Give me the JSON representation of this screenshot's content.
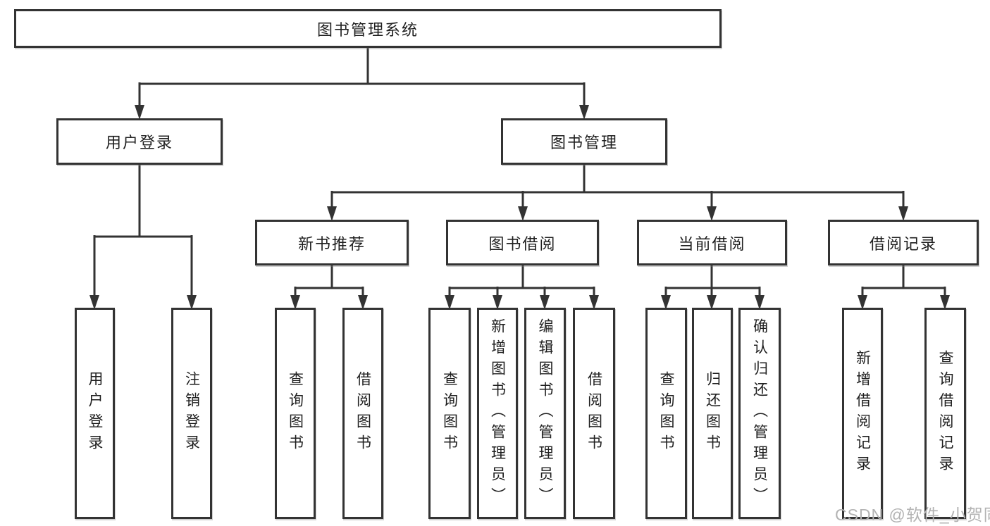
{
  "tree": {
    "root": {
      "label": "图书管理系统"
    },
    "branches": [
      {
        "label": "用户登录",
        "children": [
          {
            "label": "用户登录"
          },
          {
            "label": "注销登录"
          }
        ]
      },
      {
        "label": "图书管理",
        "children": [
          {
            "label": "新书推荐",
            "children": [
              {
                "label": "查询图书"
              },
              {
                "label": "借阅图书"
              }
            ]
          },
          {
            "label": "图书借阅",
            "children": [
              {
                "label": "查询图书"
              },
              {
                "label": "新增图书（管理员）"
              },
              {
                "label": "编辑图书（管理员）"
              },
              {
                "label": "借阅图书"
              }
            ]
          },
          {
            "label": "当前借阅",
            "children": [
              {
                "label": "查询图书"
              },
              {
                "label": "归还图书"
              },
              {
                "label": "确认归还（管理员）"
              }
            ]
          },
          {
            "label": "借阅记录",
            "children": [
              {
                "label": "新增借阅记录"
              },
              {
                "label": "查询借阅记录"
              }
            ]
          }
        ]
      }
    ]
  },
  "watermark": "CSDN @软件_小贺同学",
  "colors": {
    "line": "#333333",
    "text": "#1f1f1f",
    "watermark": "#b3b3b3",
    "background": "#ffffff"
  }
}
